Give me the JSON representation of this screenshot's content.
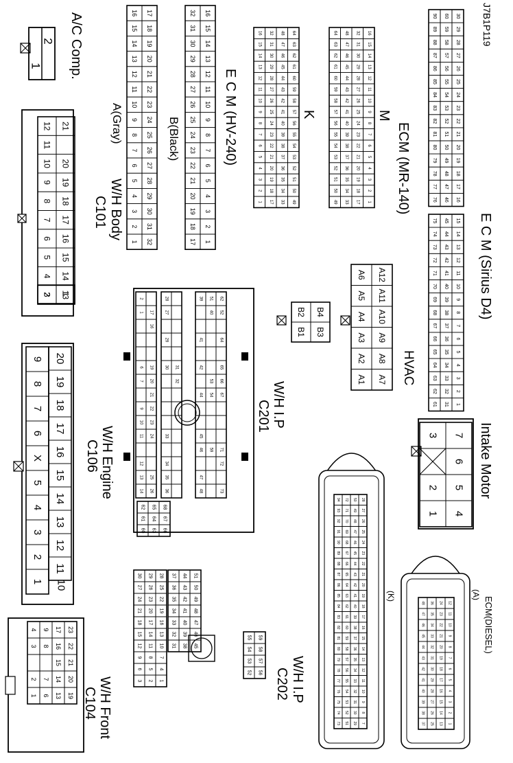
{
  "figure_code": "J7B1P119",
  "connectors": {
    "ac_comp": {
      "title": "A/C Comp.",
      "pins": [
        "1",
        "2"
      ]
    },
    "c101": {
      "title_line1": "C101",
      "title_line2": "W/H Body"
    },
    "c106": {
      "title_line1": "C106",
      "title_line2": "W/H Engine"
    },
    "c201": {
      "title_line1": "C201",
      "title_line2": "W/H I.P"
    },
    "c104": {
      "title_line1": "C104",
      "title_line2": "W/H Front"
    },
    "c202": {
      "title_line1": "C202",
      "title_line2": "W/H I.P"
    },
    "ecm_hv240": {
      "title": "E C M (HV-240)",
      "label_a": "A(Gray)",
      "label_b": "B(Black)"
    },
    "ecm_mr140": {
      "title": "ECM (MR-140)",
      "label_k": "K",
      "label_m": "M"
    },
    "ecm_sirius": {
      "title": "E C M (Sirius D4)"
    },
    "hvac": {
      "title": "HVAC",
      "b_pins": [
        "B1",
        "B2",
        "B3",
        "B4"
      ],
      "a_pins": [
        "A1",
        "A2",
        "A3",
        "A4",
        "A5",
        "A6",
        "A7",
        "A8",
        "A9",
        "A10",
        "A11",
        "A12"
      ]
    },
    "intake_motor": {
      "title": "Intake Motor",
      "pins": [
        "1",
        "2",
        "3",
        "4",
        "5",
        "6",
        "7"
      ]
    },
    "ecm_diesel": {
      "title": "ECM(DIESEL)",
      "label_k": "(K)",
      "label_a": "(A)"
    }
  }
}
